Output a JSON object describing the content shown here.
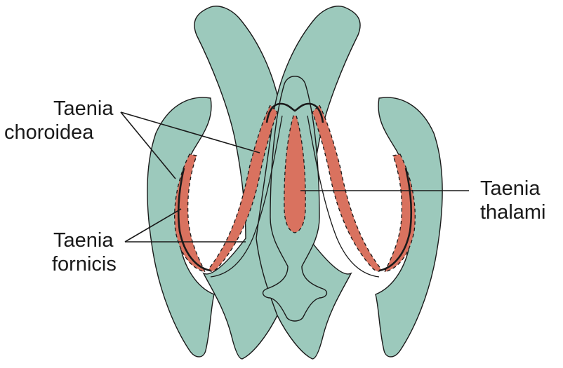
{
  "labels": {
    "choroidea_line1": "Taenia",
    "choroidea_line2": "choroidea",
    "fornicis_line1": "Taenia",
    "fornicis_line2": "fornicis",
    "thalami_line1": "Taenia",
    "thalami_line2": "thalami"
  },
  "colors": {
    "tissue": "#9cc9bc",
    "taenia_band": "#d9725f",
    "outline": "#1a1a1a"
  }
}
